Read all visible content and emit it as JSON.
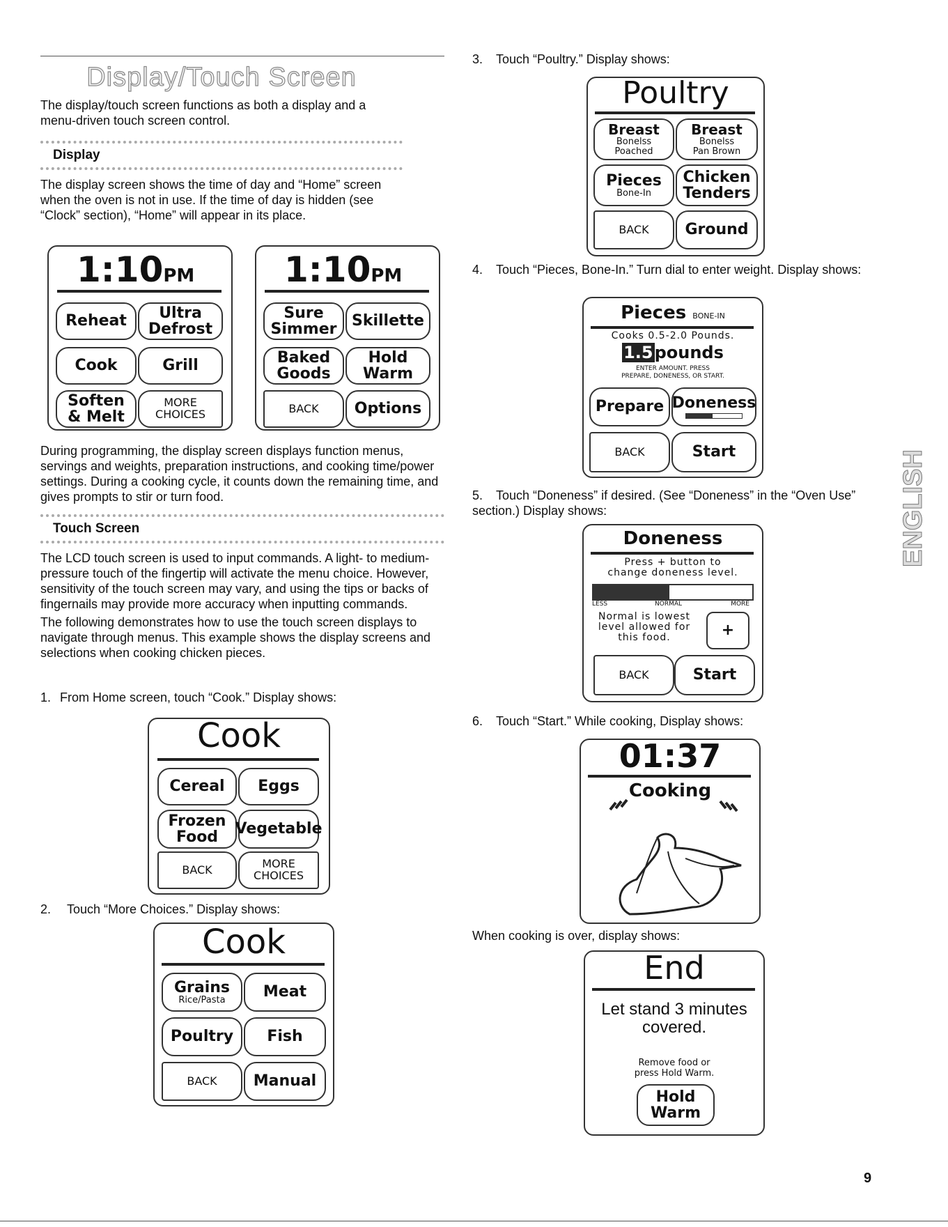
{
  "section_title": "Display/Touch Screen",
  "intro": "The display/touch screen functions as both a display and a menu-driven touch screen control.",
  "display": {
    "heading": "Display",
    "text": "The display screen shows the time of day and “Home” screen when the oven is not in use. If the time of day is hidden (see “Clock” section), “Home” will appear in its place.",
    "text2": "During programming, the display screen displays function menus, servings and weights, preparation instructions, and cooking time/power settings. During a cooking cycle, it counts down the remaining time, and gives prompts to stir or turn food."
  },
  "touch": {
    "heading": "Touch Screen",
    "text": "The LCD touch screen is used to input commands. A light- to medium-pressure touch of the fingertip will activate the menu choice. However, sensitivity of the touch screen may vary, and using the tips or backs of fingernails may provide more accuracy when inputting commands.",
    "text2": "The following demonstrates how to use the touch screen displays to navigate through menus. This example shows the display screens and selections when cooking chicken pieces."
  },
  "home1": {
    "time": "1:10",
    "ampm": "PM",
    "b1": "Reheat",
    "b2a": "Ultra",
    "b2b": "Defrost",
    "b3": "Cook",
    "b4": "Grill",
    "b5a": "Soften",
    "b5b": "& Melt",
    "b6a": "MORE",
    "b6b": "CHOICES"
  },
  "home2": {
    "time": "1:10",
    "ampm": "PM",
    "b1a": "Sure",
    "b1b": "Simmer",
    "b2": "Skillette",
    "b3a": "Baked",
    "b3b": "Goods",
    "b4a": "Hold",
    "b4b": "Warm",
    "b5": "BACK",
    "b6": "Options"
  },
  "steps": [
    {
      "n": "1.",
      "text": "From Home screen, touch “Cook.” Display shows:"
    },
    {
      "n": "2.",
      "text": "Touch “More Choices.” Display shows:"
    },
    {
      "n": "3.",
      "text": "Touch “Poultry.” Display shows:"
    },
    {
      "n": "4.",
      "text": "Touch “Pieces, Bone-In.” Turn dial to enter weight. Display shows:"
    },
    {
      "n": "5.",
      "text": "Touch “Doneness” if desired. (See “Doneness” in the “Oven Use” section.) Display shows:"
    },
    {
      "n": "6.",
      "text": "Touch “Start.” While cooking, Display shows:"
    }
  ],
  "cook1": {
    "title": "Cook",
    "b1": "Cereal",
    "b2": "Eggs",
    "b3a": "Frozen",
    "b3b": "Food",
    "b4": "Vegetable",
    "b5": "BACK",
    "b6a": "MORE",
    "b6b": "CHOICES"
  },
  "cook2": {
    "title": "Cook",
    "b1a": "Grains",
    "b1b": "Rice/Pasta",
    "b2": "Meat",
    "b3": "Poultry",
    "b4": "Fish",
    "b5": "BACK",
    "b6": "Manual"
  },
  "poultry": {
    "title": "Poultry",
    "b1a": "Breast",
    "b1b": "Bonelss",
    "b1c": "Poached",
    "b2a": "Breast",
    "b2b": "Bonelss",
    "b2c": "Pan Brown",
    "b3a": "Pieces",
    "b3b": "Bone-In",
    "b4a": "Chicken",
    "b4b": "Tenders",
    "b5": "BACK",
    "b6": "Ground"
  },
  "pieces": {
    "title": "Pieces",
    "title_sub": "BONE-IN",
    "range": "Cooks 0.5-2.0 Pounds.",
    "weight": "1.5",
    "unit": "pounds",
    "instr1": "ENTER AMOUNT. PRESS",
    "instr2": "PREPARE, DONENESS, OR START.",
    "b1": "Prepare",
    "b2": "Doneness",
    "b3": "BACK",
    "b4": "Start"
  },
  "doneness": {
    "title": "Doneness",
    "l1": "Press + button to",
    "l2": "change doneness level.",
    "less": "LESS",
    "normal": "NORMAL",
    "more": "MORE",
    "level": 0.48,
    "n1": "Normal is lowest",
    "n2": "level allowed for",
    "n3": "this food.",
    "plus": "+",
    "b1": "BACK",
    "b2": "Start"
  },
  "cooking": {
    "time": "01:37",
    "label": "Cooking"
  },
  "over_text": "When cooking is over, display shows:",
  "end": {
    "title": "End",
    "l1": "Let stand 3 minutes",
    "l2": "covered.",
    "s1": "Remove food or",
    "s2": "press Hold Warm.",
    "b1a": "Hold",
    "b1b": "Warm"
  },
  "side_tab": "ENGLISH",
  "page_number": "9"
}
